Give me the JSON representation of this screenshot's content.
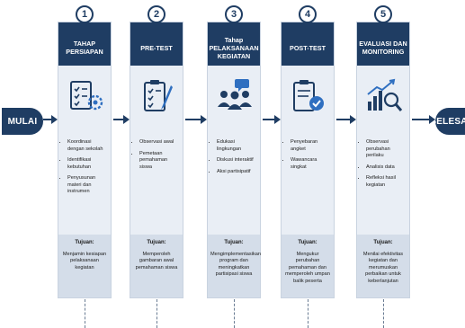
{
  "start_label": "MULAI",
  "end_label": "SELESAI",
  "stages": [
    {
      "number": "1",
      "title": "TAHAP PERSIAPAN",
      "icon": "checklist-gear-icon",
      "items": [
        "Koordinasi dengan sekolah",
        "Identifikasi kebutuhan",
        "Penyusunan materi dan instrumen"
      ],
      "goal_label": "Tujuan:",
      "goal_text": "Menjamin kesiapan pelaksanaan kegiatan"
    },
    {
      "number": "2",
      "title": "PRE-TEST",
      "icon": "clipboard-pencil-icon",
      "items": [
        "Observasi awal",
        "Pemetaan pemahaman siswa"
      ],
      "goal_label": "Tujuan:",
      "goal_text": "Memperoleh gambaran awal pemahaman siswa"
    },
    {
      "number": "3",
      "title": "Tahap PELAKSANAAN KEGIATAN",
      "icon": "group-discussion-icon",
      "items": [
        "Edukasi lingkungan",
        "Diskusi interaktif",
        "Aksi partisipatif"
      ],
      "goal_label": "Tujuan:",
      "goal_text": "Mengimplementasikan program dan meningkatkan partisipasi siswa"
    },
    {
      "number": "4",
      "title": "POST-TEST",
      "icon": "clipboard-check-icon",
      "items": [
        "Penyebaran angket",
        "Wawancara singkat"
      ],
      "goal_label": "Tujuan:",
      "goal_text": "Mengukur perubahan pemahaman dan memperoleh umpan balik peserta"
    },
    {
      "number": "5",
      "title": "EVALUASI DAN MONITORING",
      "icon": "chart-magnifier-icon",
      "items": [
        "Observasi perubahan perilaku",
        "Analisis data",
        "Refleksi hasil kegiatan"
      ],
      "goal_label": "Tujuan:",
      "goal_text": "Menilai efektivitas kegiatan dan merumuskan perbaikan untuk keberlanjutan"
    }
  ]
}
